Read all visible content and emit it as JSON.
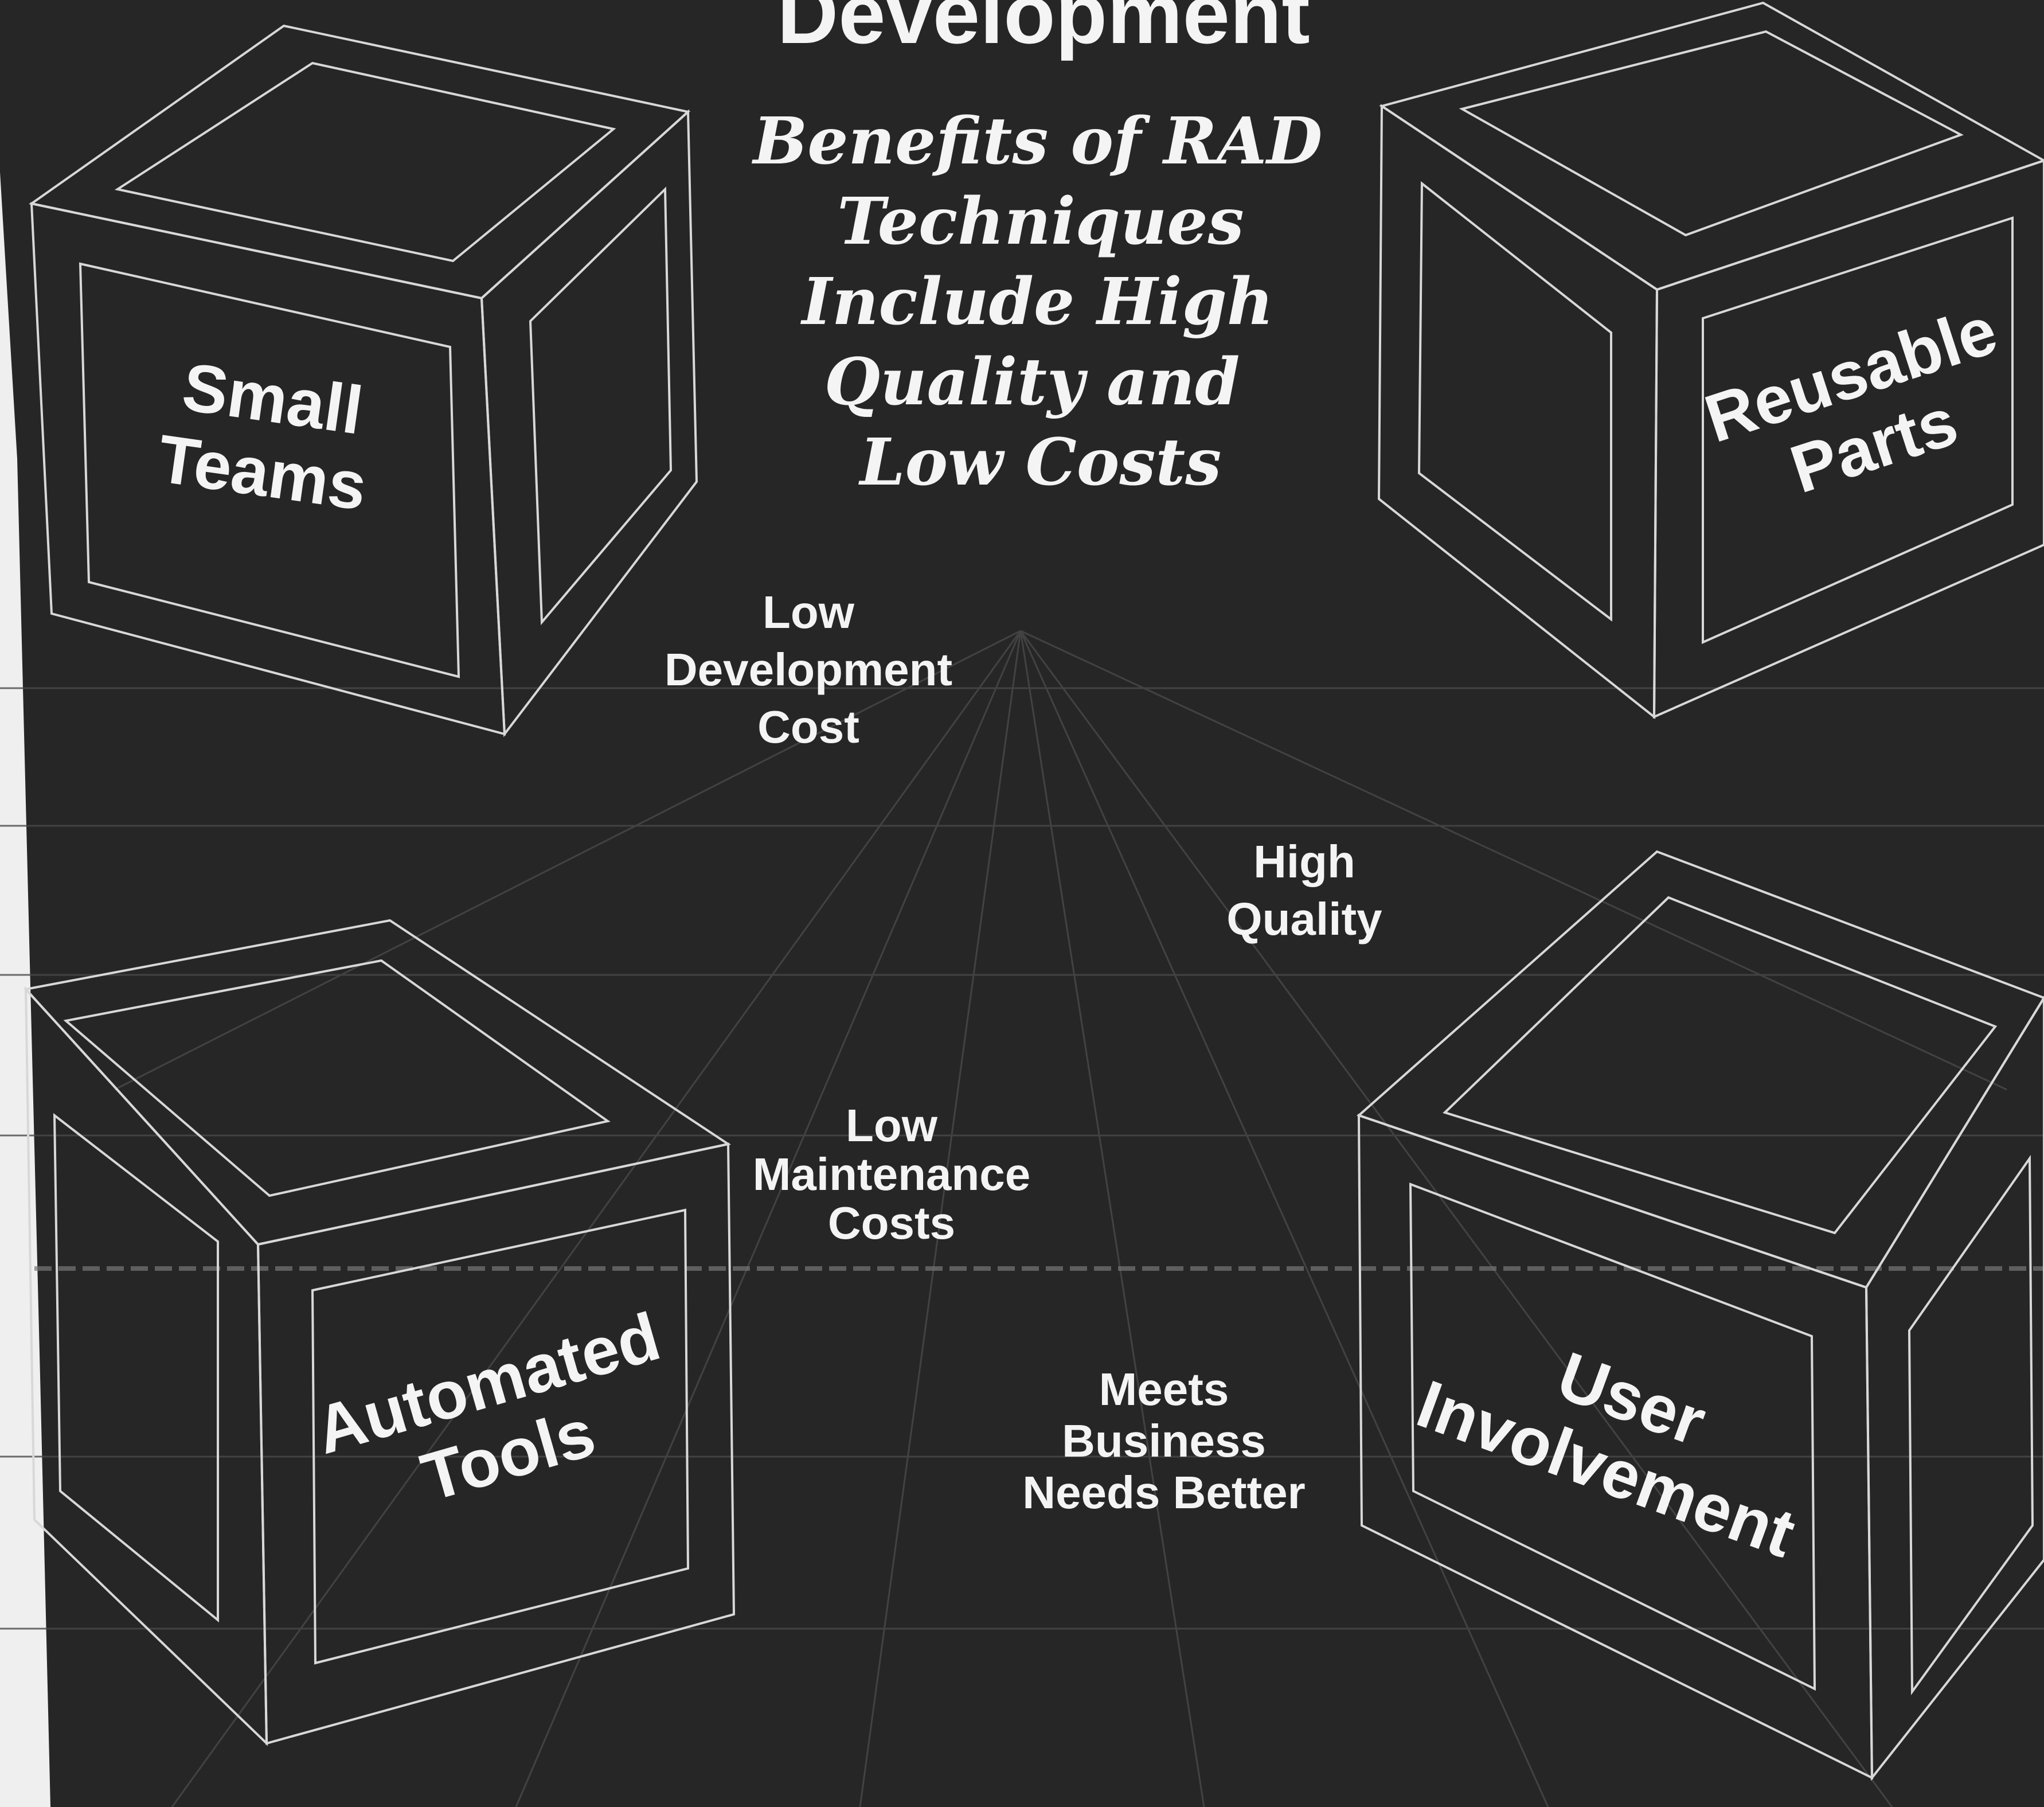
{
  "heading": {
    "title": "Development",
    "subtitle_lines": [
      "Benefits of RAD",
      "Techniques",
      "Include High",
      "Quality and",
      "Low Costs"
    ]
  },
  "cubes": {
    "small_teams": {
      "lines": [
        "Small",
        "Teams"
      ]
    },
    "reusable_parts": {
      "lines": [
        "Reusable",
        "Parts"
      ]
    },
    "automated_tools": {
      "lines": [
        "Automated",
        "Tools"
      ]
    },
    "user_involvement": {
      "lines": [
        "User",
        "Involvement"
      ]
    }
  },
  "benefits": {
    "low_development_cost": [
      "Low",
      "Development",
      "Cost"
    ],
    "high_quality": [
      "High",
      "Quality"
    ],
    "low_maintenance_costs": [
      "Low",
      "Maintenance",
      "Costs"
    ],
    "meets_business_needs": [
      "Meets",
      "Business",
      "Needs Better"
    ]
  },
  "colors": {
    "background": "#262626",
    "paper": "#efefef",
    "line": "#d8d8d8",
    "text": "#f4f4f4"
  }
}
